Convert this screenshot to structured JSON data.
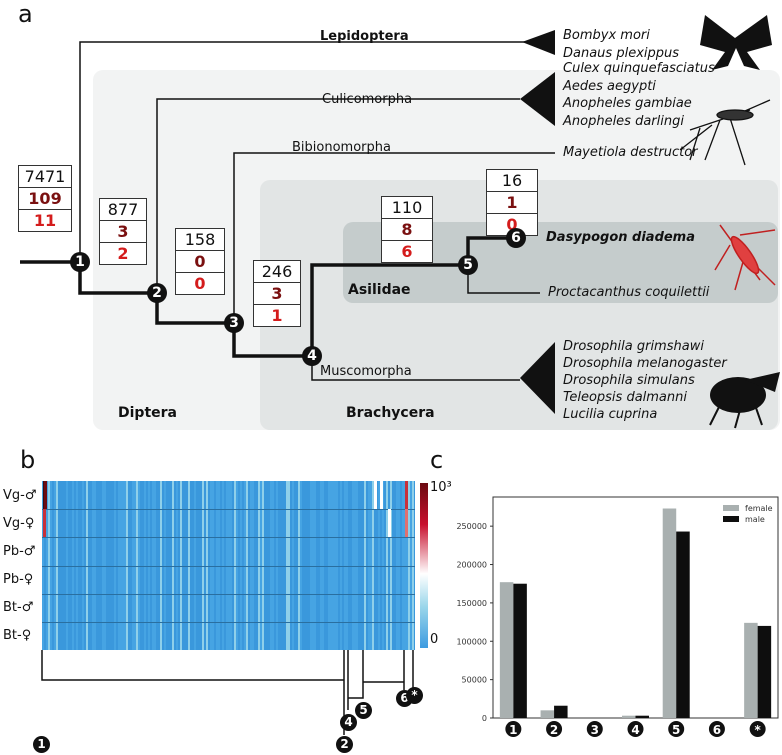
{
  "panels": {
    "a": "a",
    "b": "b",
    "c": "c"
  },
  "tree": {
    "groups": {
      "diptera": "Diptera",
      "brachycera": "Brachycera",
      "asilidae": "Asilidae"
    },
    "clades": {
      "lepidoptera": "Lepidoptera",
      "culicomorpha": "Culicomorpha",
      "bibionomorpha": "Bibionomorpha",
      "muscomorpha": "Muscomorpha"
    },
    "species": {
      "lepidoptera": [
        "Bombyx mori",
        "Danaus plexippus"
      ],
      "culicomorpha": [
        "Culex quinquefasciatus",
        "Aedes aegypti",
        "Anopheles gambiae",
        "Anopheles darlingi"
      ],
      "bibionomorpha": [
        "Mayetiola destructor"
      ],
      "dasypogon": "Dasypogon diadema",
      "proctacanthus": "Proctacanthus coquilettii",
      "muscomorpha": [
        "Drosophila grimshawi",
        "Drosophila melanogaster",
        "Drosophila simulans",
        "Teleopsis dalmanni",
        "Lucilia cuprina"
      ]
    },
    "nodes": [
      {
        "id": "1",
        "counts": [
          "7471",
          "109",
          "11"
        ]
      },
      {
        "id": "2",
        "counts": [
          "877",
          "3",
          "2"
        ]
      },
      {
        "id": "3",
        "counts": [
          "158",
          "0",
          "0"
        ]
      },
      {
        "id": "4",
        "counts": [
          "246",
          "3",
          "1"
        ]
      },
      {
        "id": "5",
        "counts": [
          "110",
          "8",
          "6"
        ]
      },
      {
        "id": "6",
        "counts": [
          "16",
          "1",
          "0"
        ]
      }
    ]
  },
  "heatmap": {
    "rows": [
      "Vg-♂",
      "Vg-♀",
      "Pb-♂",
      "Pb-♀",
      "Bt-♂",
      "Bt-♀"
    ],
    "colorbar_max": "10³",
    "colorbar_min": "0",
    "colors": {
      "low": "#3d9be0",
      "mid": "#ffffff",
      "high": "#6b0a10"
    },
    "node_labels": [
      "1",
      "2",
      "4",
      "5",
      "6",
      "*"
    ]
  },
  "chart_data": {
    "type": "bar",
    "categories": [
      "1",
      "2",
      "3",
      "4",
      "5",
      "6",
      "*"
    ],
    "series": [
      {
        "name": "female",
        "color": "#a9b0b0",
        "values": [
          177000,
          10000,
          0,
          3000,
          273000,
          0,
          124000
        ]
      },
      {
        "name": "male",
        "color": "#0e0e0e",
        "values": [
          175000,
          16000,
          0,
          3000,
          243000,
          0,
          120000
        ]
      }
    ],
    "yticks": [
      "0",
      "50000",
      "100000",
      "150000",
      "200000",
      "250000"
    ],
    "ylim": [
      0,
      288000
    ],
    "legend": "top-right"
  }
}
